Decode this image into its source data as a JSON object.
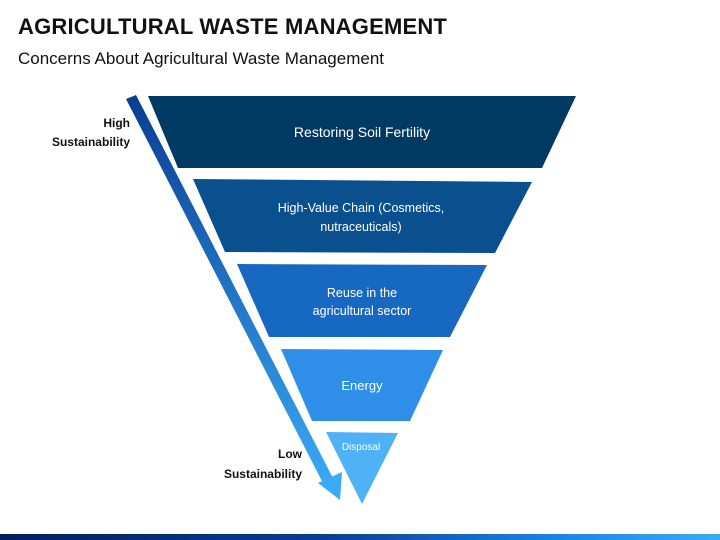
{
  "title": "AGRICULTURAL WASTE MANAGEMENT",
  "subtitle": "Concerns About Agricultural Waste Management",
  "axis": {
    "high_line1": "High",
    "high_line2": "Sustainability",
    "low_line1": "Low",
    "low_line2": "Sustainability"
  },
  "levels": [
    {
      "line1": "Restoring Soil Fertility",
      "line2": "",
      "color": "#003a63"
    },
    {
      "line1": "High-Value Chain (Cosmetics,",
      "line2": "nutraceuticals)",
      "color": "#0a4f8e"
    },
    {
      "line1": "Reuse in the",
      "line2": "agricultural sector",
      "color": "#1668c0"
    },
    {
      "line1": "Energy",
      "line2": "",
      "color": "#2f8fe8"
    },
    {
      "line1": "Disposal",
      "line2": "",
      "color": "#4fb2f7"
    }
  ],
  "colors": {
    "arrow": "#2f8fe8",
    "arrow_dark": "#0a3d91"
  }
}
